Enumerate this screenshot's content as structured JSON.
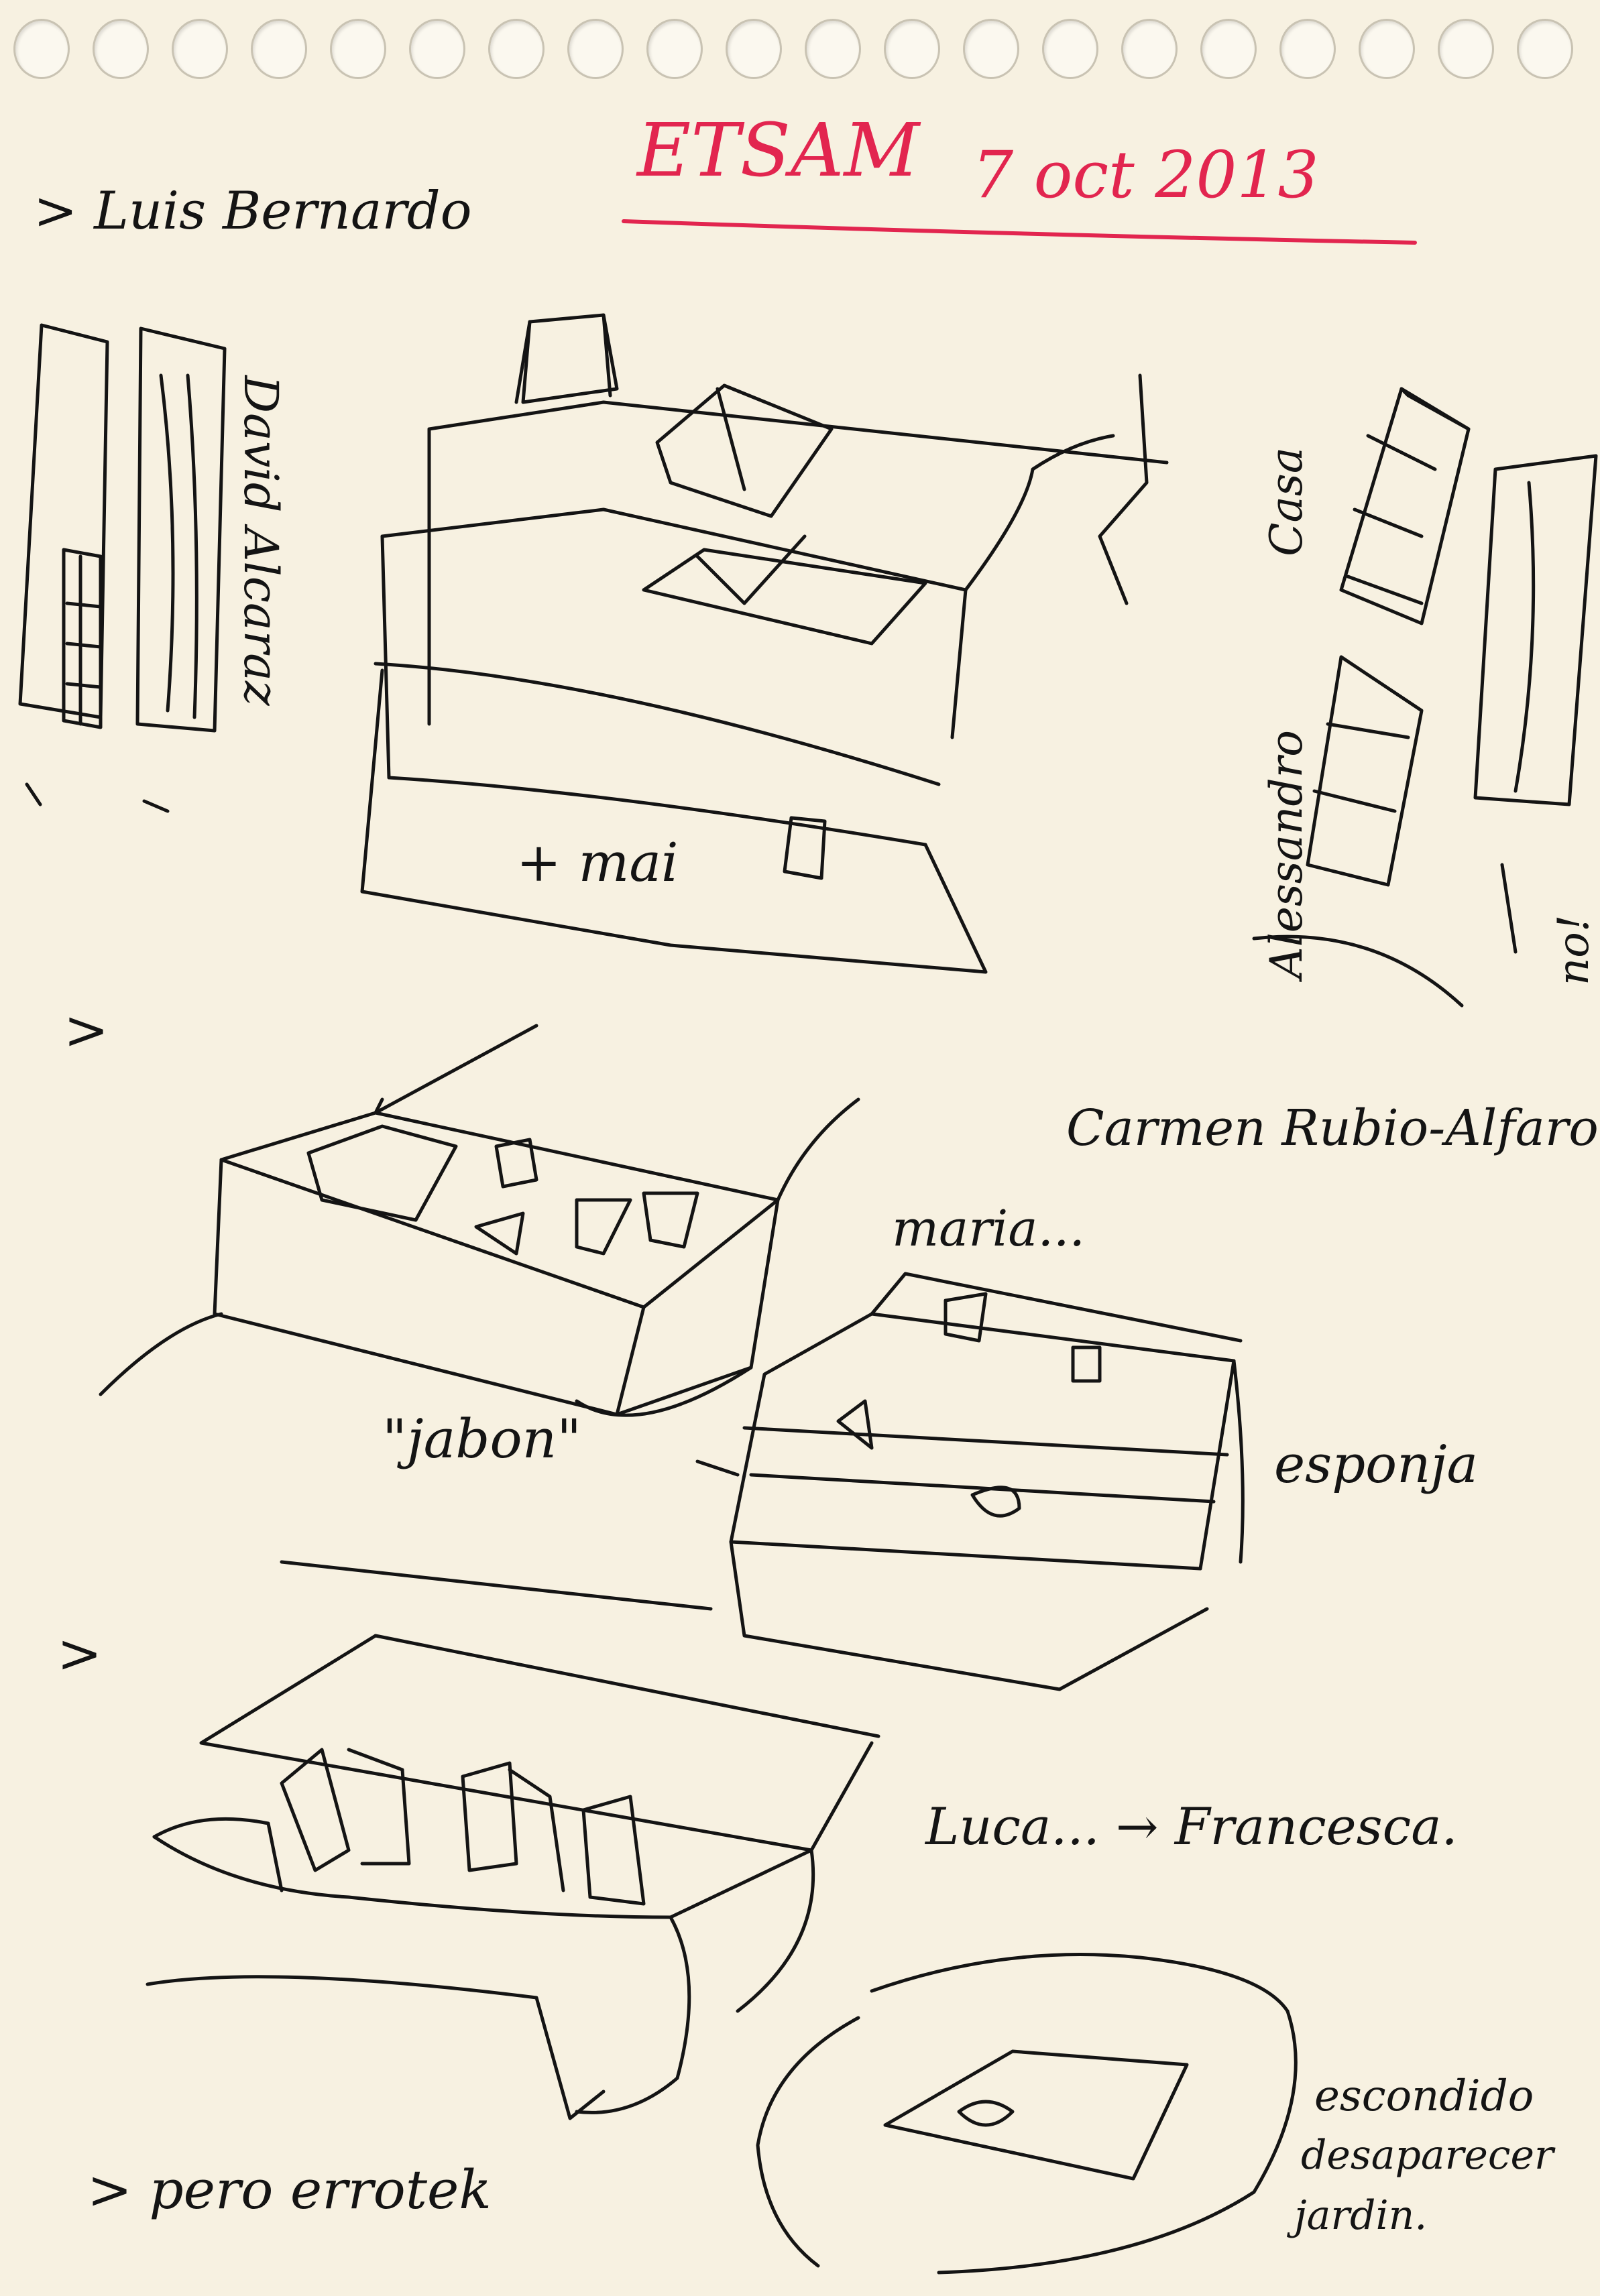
{
  "header": {
    "title": "ETSAM",
    "date": "7 oct 2013"
  },
  "notes": {
    "luis": "> Luis Bernardo",
    "david": "David Alcaraz",
    "casa": "Casa",
    "alessandro": "Alessandro",
    "no": "no!",
    "mai": "+ mai",
    "arrow1": ">",
    "arrow2": ">",
    "carmen": "Carmen Rubio-Alfaro",
    "maria": "maria...",
    "jabon": "\"jabon\"",
    "esponja": "esponja",
    "luca": "Luca... → Francesca.",
    "pero": "> pero errotek",
    "escondido": "escondido",
    "desaparecer": "desaparecer",
    "jardin": "jardin."
  },
  "colors": {
    "paper": "#f7f1e1",
    "ink": "#141414",
    "red_ink": "#e2254f"
  }
}
